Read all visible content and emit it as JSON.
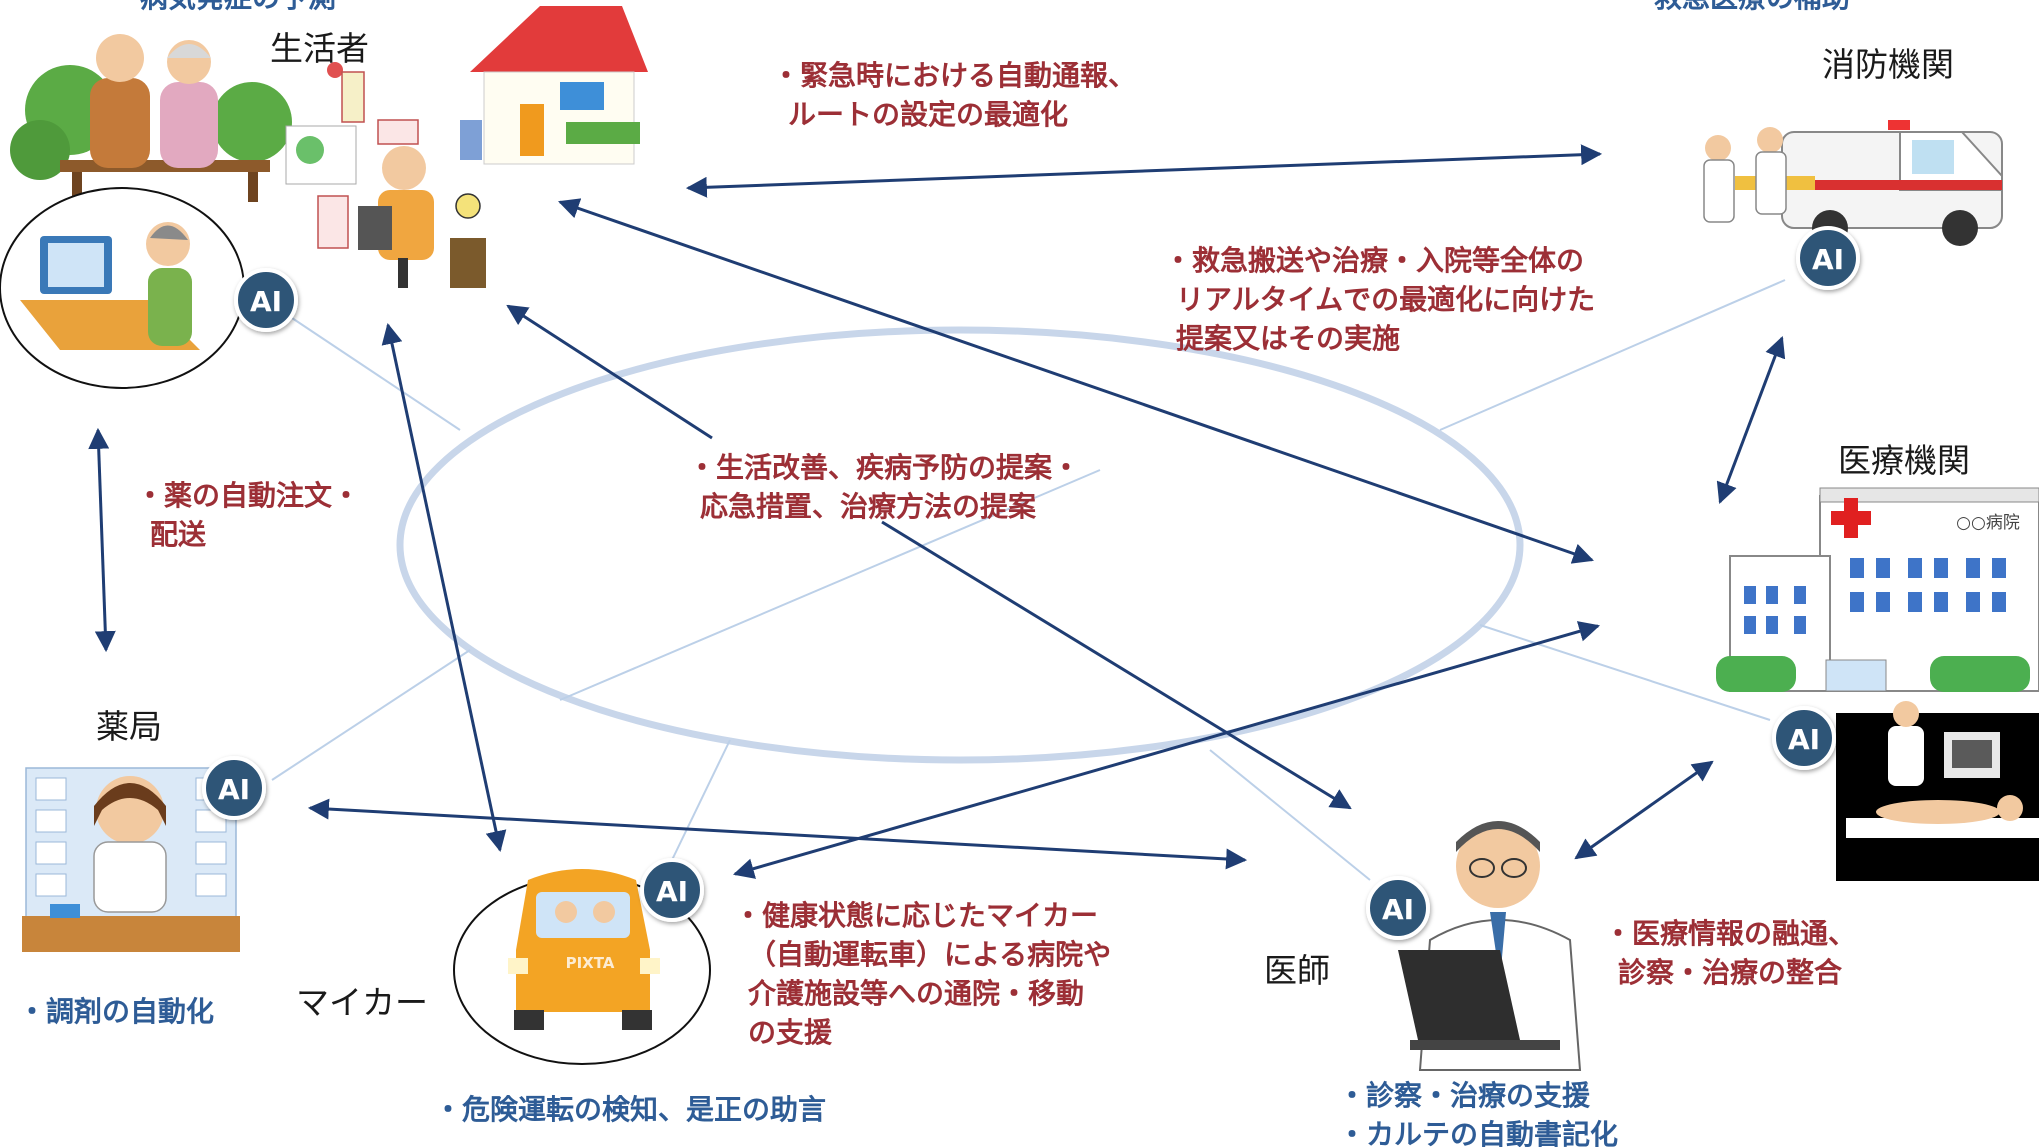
{
  "entities": {
    "seikatsusha": "生活者",
    "shobo": "消防機関",
    "iryo": "医療機関",
    "yakkyoku": "薬局",
    "mycar": "マイカー",
    "ishi": "医師"
  },
  "hospital_sign": "○○病院",
  "ai_label": "AI",
  "car_watermark": "PIXTA",
  "relations": {
    "emergency_1": "・緊急時における自動通報、",
    "emergency_2": "ルートの設定の最適化",
    "transport_1": "・救急搬送や治療・入院等全体の",
    "transport_2": "リアルタイムでの最適化に向けた",
    "transport_3": "提案又はその実施",
    "lifestyle_1": "・生活改善、疾病予防の提案・",
    "lifestyle_2": "応急措置、治療方法の提案",
    "medicine_1": "・薬の自動注文・",
    "medicine_2": "配送",
    "car_support_1": "・健康状態に応じたマイカー",
    "car_support_2": "（自動運転車）による病院や",
    "car_support_3": "介護施設等への通院・移動",
    "car_support_4": "の支援",
    "medinfo_1": "・医療情報の融通、",
    "medinfo_2": "診察・治療の整合"
  },
  "functions": {
    "top_left_cut": "病気発症の予測",
    "top_right_cut": "救急医療の補助",
    "dispensing": "・調剤の自動化",
    "danger_driving": "・危険運転の検知、是正の助言",
    "doctor_1": "・診察・治療の支援",
    "doctor_2": "・カルテの自動書記化"
  },
  "colors": {
    "arrow": "#1f3d73",
    "ring": "#c8d6ea",
    "ai_badge": "#2f5477",
    "red_text": "#9c2f36",
    "blue_text": "#2e5c96"
  }
}
